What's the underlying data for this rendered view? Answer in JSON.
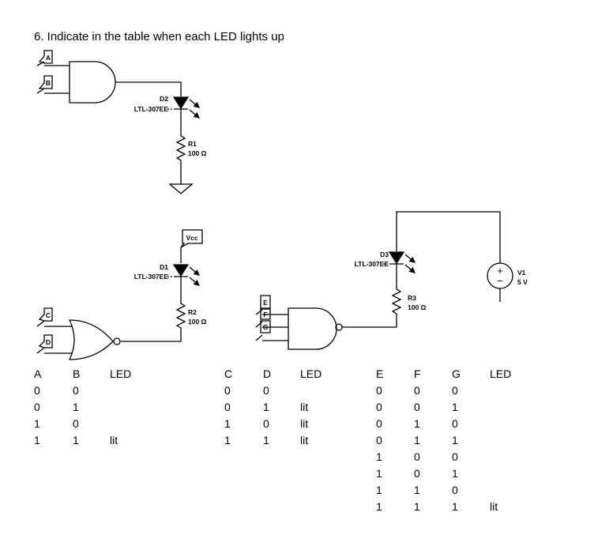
{
  "question": "6.  Indicate in the table when each LED lights up",
  "circuit1": {
    "inputs": [
      "A",
      "B"
    ],
    "led": {
      "ref": "D2",
      "part": "LTL-307EE"
    },
    "resistor": {
      "ref": "R1",
      "value": "100 Ω"
    }
  },
  "circuit2": {
    "supply": "Vcc",
    "inputs": [
      "C",
      "D"
    ],
    "led": {
      "ref": "D1",
      "part": "LTL-307EE"
    },
    "resistor": {
      "ref": "R2",
      "value": "100 Ω"
    }
  },
  "circuit3": {
    "inputs": [
      "E",
      "F",
      "G"
    ],
    "led": {
      "ref": "D3",
      "part": "LTL-307EE"
    },
    "resistor": {
      "ref": "R3",
      "value": "100 Ω"
    },
    "source": {
      "ref": "V1",
      "value": "5 V",
      "plus": "+",
      "minus": "−"
    }
  },
  "table1": {
    "headers": [
      "A",
      "B",
      "LED"
    ],
    "rows": [
      [
        "0",
        "0",
        ""
      ],
      [
        "0",
        "1",
        ""
      ],
      [
        "1",
        "0",
        ""
      ],
      [
        "1",
        "1",
        "lit"
      ]
    ]
  },
  "table2": {
    "headers": [
      "C",
      "D",
      "LED"
    ],
    "rows": [
      [
        "0",
        "0",
        ""
      ],
      [
        "0",
        "1",
        "lit"
      ],
      [
        "1",
        "0",
        "lit"
      ],
      [
        "1",
        "1",
        "lit"
      ]
    ]
  },
  "table3": {
    "headers": [
      "E",
      "F",
      "G",
      "LED"
    ],
    "rows": [
      [
        "0",
        "0",
        "0",
        ""
      ],
      [
        "0",
        "0",
        "1",
        ""
      ],
      [
        "0",
        "1",
        "0",
        ""
      ],
      [
        "0",
        "1",
        "1",
        ""
      ],
      [
        "1",
        "0",
        "0",
        ""
      ],
      [
        "1",
        "0",
        "1",
        ""
      ],
      [
        "1",
        "1",
        "0",
        ""
      ],
      [
        "1",
        "1",
        "1",
        "lit"
      ]
    ]
  }
}
